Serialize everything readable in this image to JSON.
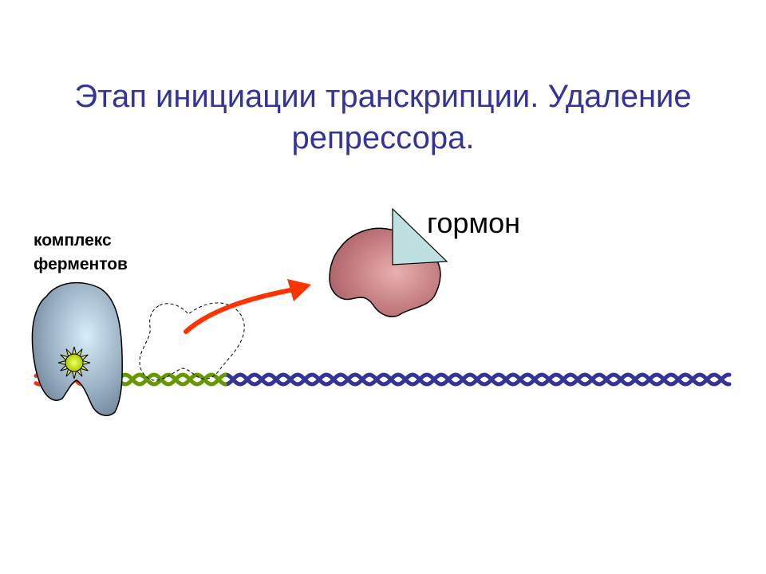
{
  "title": {
    "line1": "Этап инициации транскрипции. Удаление",
    "line2": "репрессора."
  },
  "labels": {
    "enzyme_complex_line1": "комплекс",
    "enzyme_complex_line2": "ферментов",
    "hormone": "гормон"
  },
  "colors": {
    "title": "#333399",
    "dna_main": "#333399",
    "dna_promoter": "#FF3300",
    "dna_operator": "#669900",
    "arrow": "#FF3300",
    "enzyme_complex": "#8FA3B8",
    "repressor": "#C07075",
    "hormone": "#BFE0E0",
    "star": "#CCDD00"
  }
}
